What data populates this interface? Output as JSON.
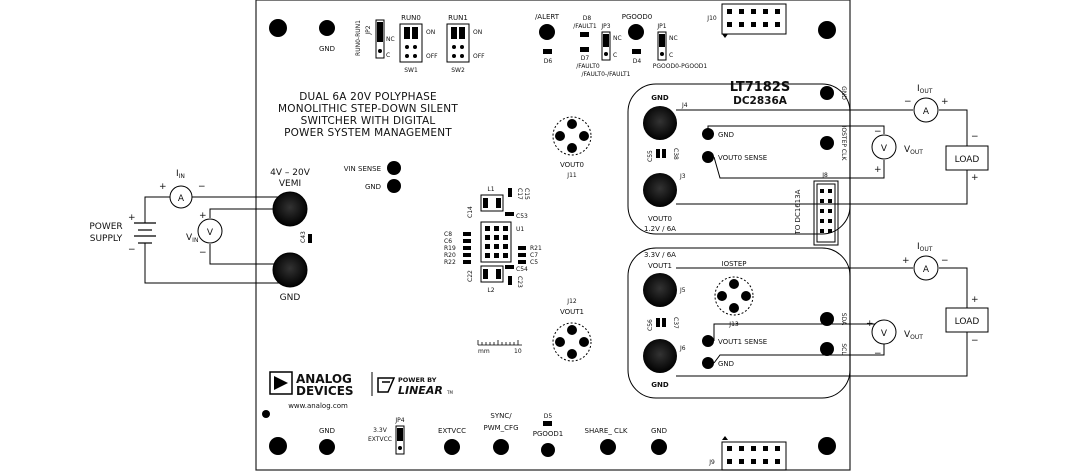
{
  "board": {
    "part": "LT7182S",
    "demo": "DC2836A",
    "title_lines": [
      "DUAL 6A 20V POLYPHASE",
      "MONOLITHIC STEP-DOWN SILENT",
      "SWITCHER WITH DIGITAL",
      "POWER SYSTEM MANAGEMENT"
    ],
    "website": "www.analog.com",
    "logo_analog": [
      "ANALOG",
      "DEVICES"
    ],
    "logo_linear_top": "POWER BY",
    "logo_linear_bottom": "LINEAR",
    "logo_tm": "TM"
  },
  "input": {
    "supply_label": [
      "POWER",
      "SUPPLY"
    ],
    "ammeter_label": "I",
    "ammeter_sub": "IN",
    "meter_a": "A",
    "meter_v": "V",
    "voltmeter_label": "V",
    "voltmeter_sub": "IN",
    "plus": "+",
    "minus": "−",
    "range": "4V – 20V",
    "vemi": "VEMI",
    "gnd": "GND",
    "vin_sense": "VIN SENSE",
    "c43": "C43"
  },
  "top": {
    "jp2": "JP2",
    "run_bridge": "RUN0-RUN1",
    "nc": "NC",
    "c": "C",
    "run0": "RUN0",
    "run1": "RUN1",
    "on": "ON",
    "off": "OFF",
    "sw1": "SW1",
    "sw2": "SW2",
    "alert": "/ALERT",
    "d6": "D6",
    "d8": "D8",
    "fault1": "/FAULT1",
    "d7": "D7",
    "fault0": "/FAULT0",
    "fault_bridge": "/FAULT0-/FAULT1",
    "jp3": "JP3",
    "pgood0": "PGOOD0",
    "d4": "D4",
    "jp1": "JP1",
    "pgood_bridge": "PGOOD0-PGOOD1",
    "j10": "J10",
    "gnd": "GND"
  },
  "center": {
    "vout0": "VOUT0",
    "j11": "J11",
    "vout1": "VOUT1",
    "j12": "J12",
    "l1": "L1",
    "l2": "L2",
    "u1": "U1",
    "c14": "C14",
    "c53": "C53",
    "c8": "C8",
    "c6": "C6",
    "r19": "R19",
    "r20": "R20",
    "r22": "R22",
    "r21": "R21",
    "c7": "C7",
    "c5": "C5",
    "c22": "C22",
    "c54": "C54",
    "c23": "C23",
    "c15": "C15",
    "c17": "C17",
    "ruler_mm": "mm",
    "ruler_10": "10"
  },
  "right": {
    "gnd": "GND",
    "j4": "J4",
    "j3": "J3",
    "vout0_sense": "VOUT0 SENSE",
    "vout0": "VOUT0",
    "vout0_spec": "1.2V / 6A",
    "c55": "C55",
    "c38": "C38",
    "c56": "C56",
    "c37": "C37",
    "iostep_clk": "IOSTEP CLK",
    "j8": "J8",
    "to_dc1613": "TO DC1613A",
    "vout1_spec": "3.3V / 6A",
    "vout1": "VOUT1",
    "j5": "J5",
    "iostep": "IOSTEP",
    "j13": "J13",
    "vout1_sense": "VOUT1 SENSE",
    "j6": "J6",
    "sda": "SDA",
    "scl": "SCL",
    "iout": "I",
    "iout_sub": "OUT",
    "vout_lbl": "V",
    "vout_sub": "OUT",
    "load": "LOAD",
    "meter_a": "A",
    "meter_v": "V",
    "plus": "+",
    "minus": "−"
  },
  "bottom": {
    "gnd": "GND",
    "jp4": "JP4",
    "v33": "3.3V",
    "extvcc_jp": "EXTVCC",
    "extvcc": "EXTVCC",
    "sync": "SYNC/",
    "pwm": "PWM_CFG",
    "d5": "D5",
    "pgood1": "PGOOD1",
    "share_clk": "SHARE_ CLK",
    "j9": "J9"
  }
}
